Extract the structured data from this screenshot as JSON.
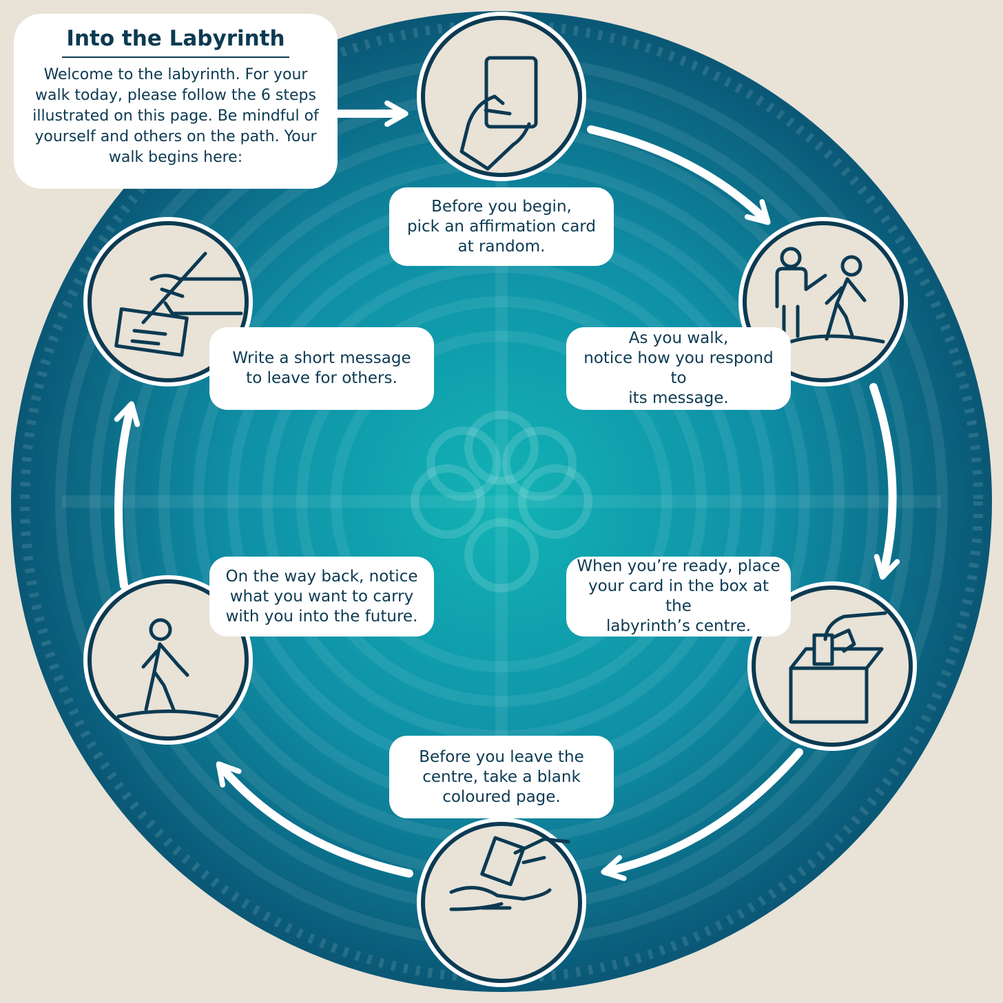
{
  "intro": {
    "title": "Into the Labyrinth",
    "text": "Welcome to the labyrinth. For your walk today, please follow the 6 steps illustrated on this page. Be mindful of yourself and others on the path. Your walk begins here:"
  },
  "steps": [
    {
      "text": "Before you begin,\npick an affirmation card\nat random.",
      "icon": "hand-holding-card-icon"
    },
    {
      "text": "As you walk,\nnotice how you respond to\nits message.",
      "icon": "two-people-walking-icon"
    },
    {
      "text": "When you’re ready, place\nyour card in the box at the\nlabyrinth’s centre.",
      "icon": "card-into-box-icon"
    },
    {
      "text": "Before you leave the\ncentre, take a blank\ncoloured page.",
      "icon": "hand-giving-page-icon"
    },
    {
      "text": "On the way back, notice\nwhat you want to carry\nwith you into the future.",
      "icon": "person-walking-icon"
    },
    {
      "text": "Write a short message\nto leave for others.",
      "icon": "hand-writing-icon"
    }
  ],
  "colors": {
    "background": "#e8e2d7",
    "disc_center": "#12b3b5",
    "disc_edge": "#0a5775",
    "navy": "#0c3a52",
    "circle_fill": "#e8e2d7",
    "white": "#ffffff"
  }
}
